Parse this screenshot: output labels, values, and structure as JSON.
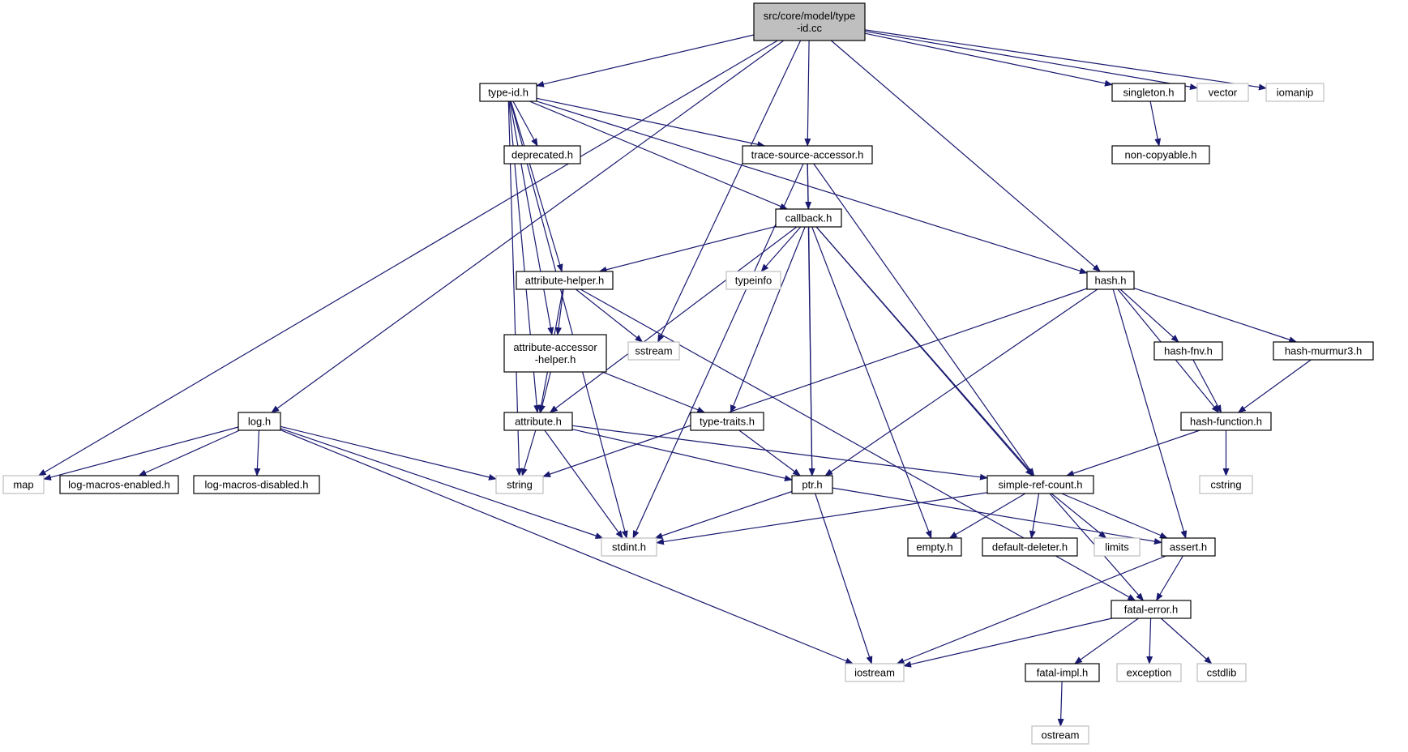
{
  "colors": {
    "edge": "#191970",
    "root_fill": "#bfbfbf",
    "border": "#000000",
    "system_border": "#bfbfbf"
  },
  "nodes": [
    {
      "id": "root",
      "lines": [
        "src/core/model/type",
        "-id.cc"
      ],
      "kind": "root"
    },
    {
      "id": "type_id_h",
      "lines": [
        "type-id.h"
      ],
      "kind": "normal"
    },
    {
      "id": "singleton_h",
      "lines": [
        "singleton.h"
      ],
      "kind": "normal"
    },
    {
      "id": "vector",
      "lines": [
        "vector"
      ],
      "kind": "system"
    },
    {
      "id": "iomanip",
      "lines": [
        "iomanip"
      ],
      "kind": "system"
    },
    {
      "id": "deprecated_h",
      "lines": [
        "deprecated.h"
      ],
      "kind": "normal"
    },
    {
      "id": "trace_source_accessor_h",
      "lines": [
        "trace-source-accessor.h"
      ],
      "kind": "normal"
    },
    {
      "id": "non_copyable_h",
      "lines": [
        "non-copyable.h"
      ],
      "kind": "normal"
    },
    {
      "id": "callback_h",
      "lines": [
        "callback.h"
      ],
      "kind": "normal"
    },
    {
      "id": "attribute_helper_h",
      "lines": [
        "attribute-helper.h"
      ],
      "kind": "normal"
    },
    {
      "id": "typeinfo",
      "lines": [
        "typeinfo"
      ],
      "kind": "system"
    },
    {
      "id": "hash_h",
      "lines": [
        "hash.h"
      ],
      "kind": "normal"
    },
    {
      "id": "attribute_accessor_helper_h",
      "lines": [
        "attribute-accessor",
        "-helper.h"
      ],
      "kind": "normal"
    },
    {
      "id": "sstream",
      "lines": [
        "sstream"
      ],
      "kind": "system"
    },
    {
      "id": "hash_fnv_h",
      "lines": [
        "hash-fnv.h"
      ],
      "kind": "normal"
    },
    {
      "id": "hash_murmur3_h",
      "lines": [
        "hash-murmur3.h"
      ],
      "kind": "normal"
    },
    {
      "id": "log_h",
      "lines": [
        "log.h"
      ],
      "kind": "normal"
    },
    {
      "id": "attribute_h",
      "lines": [
        "attribute.h"
      ],
      "kind": "normal"
    },
    {
      "id": "type_traits_h",
      "lines": [
        "type-traits.h"
      ],
      "kind": "normal"
    },
    {
      "id": "hash_function_h",
      "lines": [
        "hash-function.h"
      ],
      "kind": "normal"
    },
    {
      "id": "map",
      "lines": [
        "map"
      ],
      "kind": "system"
    },
    {
      "id": "log_macros_enabled_h",
      "lines": [
        "log-macros-enabled.h"
      ],
      "kind": "normal"
    },
    {
      "id": "log_macros_disabled_h",
      "lines": [
        "log-macros-disabled.h"
      ],
      "kind": "normal"
    },
    {
      "id": "string",
      "lines": [
        "string"
      ],
      "kind": "system"
    },
    {
      "id": "ptr_h",
      "lines": [
        "ptr.h"
      ],
      "kind": "normal"
    },
    {
      "id": "simple_ref_count_h",
      "lines": [
        "simple-ref-count.h"
      ],
      "kind": "normal"
    },
    {
      "id": "cstring",
      "lines": [
        "cstring"
      ],
      "kind": "system"
    },
    {
      "id": "stdint_h",
      "lines": [
        "stdint.h"
      ],
      "kind": "system"
    },
    {
      "id": "empty_h",
      "lines": [
        "empty.h"
      ],
      "kind": "normal"
    },
    {
      "id": "default_deleter_h",
      "lines": [
        "default-deleter.h"
      ],
      "kind": "normal"
    },
    {
      "id": "limits",
      "lines": [
        "limits"
      ],
      "kind": "system"
    },
    {
      "id": "assert_h",
      "lines": [
        "assert.h"
      ],
      "kind": "normal"
    },
    {
      "id": "fatal_error_h",
      "lines": [
        "fatal-error.h"
      ],
      "kind": "normal"
    },
    {
      "id": "iostream",
      "lines": [
        "iostream"
      ],
      "kind": "system"
    },
    {
      "id": "fatal_impl_h",
      "lines": [
        "fatal-impl.h"
      ],
      "kind": "normal"
    },
    {
      "id": "exception",
      "lines": [
        "exception"
      ],
      "kind": "system"
    },
    {
      "id": "cstdlib",
      "lines": [
        "cstdlib"
      ],
      "kind": "system"
    },
    {
      "id": "ostream",
      "lines": [
        "ostream"
      ],
      "kind": "system"
    }
  ],
  "edges": [
    [
      "root",
      "type_id_h"
    ],
    [
      "root",
      "singleton_h"
    ],
    [
      "root",
      "vector"
    ],
    [
      "root",
      "iomanip"
    ],
    [
      "root",
      "trace_source_accessor_h"
    ],
    [
      "root",
      "hash_h"
    ],
    [
      "root",
      "sstream"
    ],
    [
      "root",
      "log_h"
    ],
    [
      "root",
      "map"
    ],
    [
      "type_id_h",
      "deprecated_h"
    ],
    [
      "type_id_h",
      "trace_source_accessor_h"
    ],
    [
      "type_id_h",
      "callback_h"
    ],
    [
      "type_id_h",
      "attribute_helper_h"
    ],
    [
      "type_id_h",
      "attribute_accessor_helper_h"
    ],
    [
      "type_id_h",
      "attribute_h"
    ],
    [
      "type_id_h",
      "hash_h"
    ],
    [
      "type_id_h",
      "string"
    ],
    [
      "type_id_h",
      "stdint_h"
    ],
    [
      "singleton_h",
      "non_copyable_h"
    ],
    [
      "trace_source_accessor_h",
      "callback_h"
    ],
    [
      "trace_source_accessor_h",
      "ptr_h"
    ],
    [
      "trace_source_accessor_h",
      "simple_ref_count_h"
    ],
    [
      "trace_source_accessor_h",
      "stdint_h"
    ],
    [
      "callback_h",
      "attribute_helper_h"
    ],
    [
      "callback_h",
      "typeinfo"
    ],
    [
      "callback_h",
      "attribute_h"
    ],
    [
      "callback_h",
      "type_traits_h"
    ],
    [
      "callback_h",
      "ptr_h"
    ],
    [
      "callback_h",
      "empty_h"
    ],
    [
      "callback_h",
      "simple_ref_count_h"
    ],
    [
      "callback_h",
      "fatal_error_h"
    ],
    [
      "attribute_helper_h",
      "attribute_accessor_helper_h"
    ],
    [
      "attribute_helper_h",
      "sstream"
    ],
    [
      "attribute_helper_h",
      "attribute_h"
    ],
    [
      "attribute_helper_h",
      "fatal_error_h"
    ],
    [
      "hash_h",
      "hash_fnv_h"
    ],
    [
      "hash_h",
      "hash_murmur3_h"
    ],
    [
      "hash_h",
      "hash_function_h"
    ],
    [
      "hash_h",
      "string"
    ],
    [
      "hash_h",
      "ptr_h"
    ],
    [
      "hash_h",
      "assert_h"
    ],
    [
      "attribute_accessor_helper_h",
      "attribute_h"
    ],
    [
      "attribute_accessor_helper_h",
      "type_traits_h"
    ],
    [
      "hash_fnv_h",
      "hash_function_h"
    ],
    [
      "hash_murmur3_h",
      "hash_function_h"
    ],
    [
      "hash_function_h",
      "simple_ref_count_h"
    ],
    [
      "hash_function_h",
      "cstring"
    ],
    [
      "log_h",
      "map"
    ],
    [
      "log_h",
      "log_macros_enabled_h"
    ],
    [
      "log_h",
      "log_macros_disabled_h"
    ],
    [
      "log_h",
      "string"
    ],
    [
      "log_h",
      "stdint_h"
    ],
    [
      "log_h",
      "iostream"
    ],
    [
      "attribute_h",
      "string"
    ],
    [
      "attribute_h",
      "stdint_h"
    ],
    [
      "attribute_h",
      "ptr_h"
    ],
    [
      "attribute_h",
      "simple_ref_count_h"
    ],
    [
      "type_traits_h",
      "ptr_h"
    ],
    [
      "ptr_h",
      "stdint_h"
    ],
    [
      "ptr_h",
      "iostream"
    ],
    [
      "ptr_h",
      "assert_h"
    ],
    [
      "simple_ref_count_h",
      "empty_h"
    ],
    [
      "simple_ref_count_h",
      "default_deleter_h"
    ],
    [
      "simple_ref_count_h",
      "limits"
    ],
    [
      "simple_ref_count_h",
      "assert_h"
    ],
    [
      "simple_ref_count_h",
      "stdint_h"
    ],
    [
      "assert_h",
      "fatal_error_h"
    ],
    [
      "assert_h",
      "iostream"
    ],
    [
      "fatal_error_h",
      "fatal_impl_h"
    ],
    [
      "fatal_error_h",
      "exception"
    ],
    [
      "fatal_error_h",
      "cstdlib"
    ],
    [
      "fatal_error_h",
      "iostream"
    ],
    [
      "fatal_impl_h",
      "ostream"
    ]
  ]
}
